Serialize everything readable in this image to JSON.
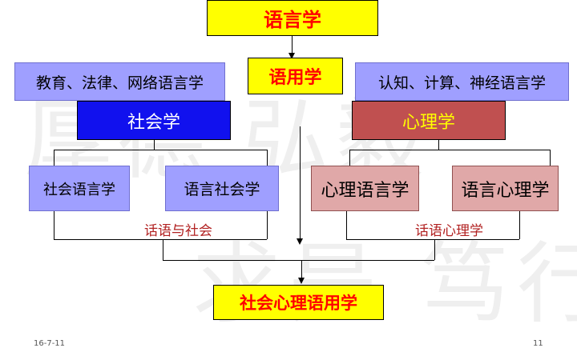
{
  "watermark": {
    "top": "厚德 弘毅",
    "bottom": "求是 笃行"
  },
  "nodes": {
    "linguistics": "语言学",
    "pragmatics": "语用学",
    "applied_left": "教育、法律、网络语言学",
    "applied_right": "认知、计算、神经语言学",
    "sociology": "社会学",
    "psychology": "心理学",
    "sociolinguistics": "社会语言学",
    "sociology_of_language": "语言社会学",
    "psycholinguistics": "心理语言学",
    "psychology_of_language": "语言心理学",
    "result": "社会心理语用学"
  },
  "captions": {
    "discourse_society": "话语与社会",
    "discourse_psychology": "话语心理学"
  },
  "footer": {
    "date": "16-7-11",
    "page": "11"
  },
  "colors": {
    "yellow": "#ffff00",
    "red_text": "#ff0000",
    "lavender": "#9f9fff",
    "royal_blue": "#1111ee",
    "maroon": "#c05050",
    "pink": "#e0a8a8"
  }
}
